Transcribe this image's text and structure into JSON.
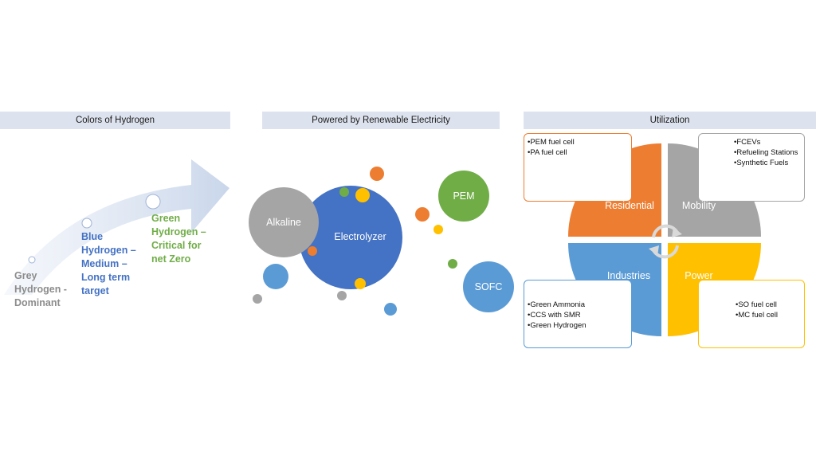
{
  "headers": {
    "colors": "Colors of Hydrogen",
    "powered": "Powered by Renewable Electricity",
    "utilization": "Utilization"
  },
  "colors": {
    "grey": "Grey Hydrogen - Dominant",
    "blue": "Blue Hydrogen – Medium – Long term target",
    "green": "Green Hydrogen – Critical for net Zero",
    "grey_color": "#8c8c8c",
    "blue_color": "#4472c4",
    "green_color": "#70ad47"
  },
  "bubbles": {
    "alkaline": "Alkaline",
    "electrolyzer": "Electrolyzer",
    "pem": "PEM",
    "sofc": "SOFC"
  },
  "quadrants": {
    "residential": "Residential",
    "mobility": "Mobility",
    "industries": "Industries",
    "power": "Power"
  },
  "boxes": {
    "residential": [
      "PEM fuel cell",
      "PA fuel cell"
    ],
    "mobility": [
      "FCEVs",
      "Refueling Stations",
      "Synthetic Fuels"
    ],
    "industries": [
      "Green Ammonia",
      "CCS with SMR",
      "Green Hydrogen"
    ],
    "power": [
      "SO fuel cell",
      "MC fuel cell"
    ]
  },
  "palette": {
    "orange": "#ed7d31",
    "grey": "#a5a5a5",
    "blue": "#4472c4",
    "lightblue": "#5b9bd5",
    "yellow": "#ffc000",
    "green": "#70ad47",
    "header": "#dde3ee"
  }
}
